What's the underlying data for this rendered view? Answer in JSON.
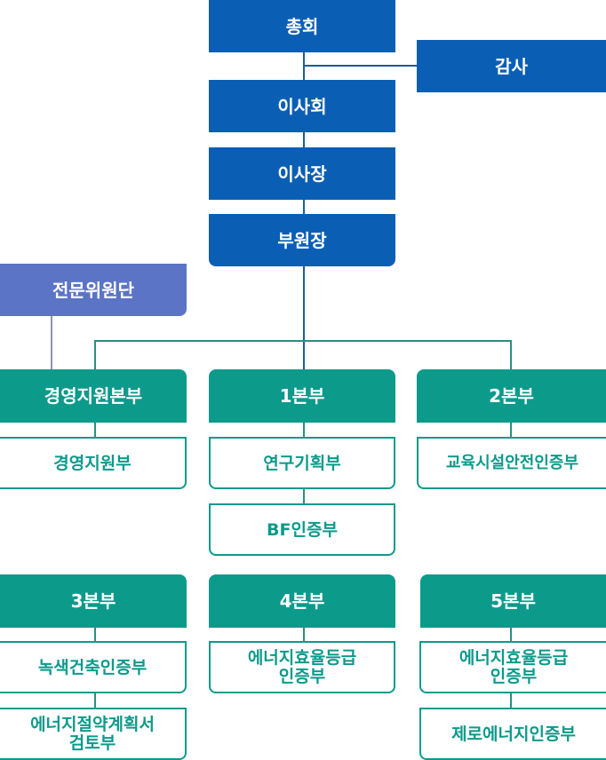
{
  "top": {
    "assembly": "총회",
    "auditor": "감사",
    "board": "이사회",
    "chairman": "이사장",
    "vice_president": "부원장",
    "expert_committee": "전문위원단"
  },
  "divisions": [
    {
      "title": "경영지원본부",
      "departments": [
        "경영지원부"
      ]
    },
    {
      "title": "1본부",
      "departments": [
        "연구기획부",
        "BF인증부"
      ]
    },
    {
      "title": "2본부",
      "departments": [
        "교육시설안전인증부"
      ]
    },
    {
      "title": "3본부",
      "departments": [
        "녹색건축인증부",
        "에너지절약계획서\n검토부"
      ]
    },
    {
      "title": "4본부",
      "departments": [
        "에너지효율등급\n인증부"
      ]
    },
    {
      "title": "5본부",
      "departments": [
        "에너지효율등급\n인증부",
        "제로에너지인증부"
      ]
    }
  ],
  "colors": {
    "executive": "#0a5fb4",
    "expert": "#5b74c6",
    "division": "#0c9a8b"
  }
}
